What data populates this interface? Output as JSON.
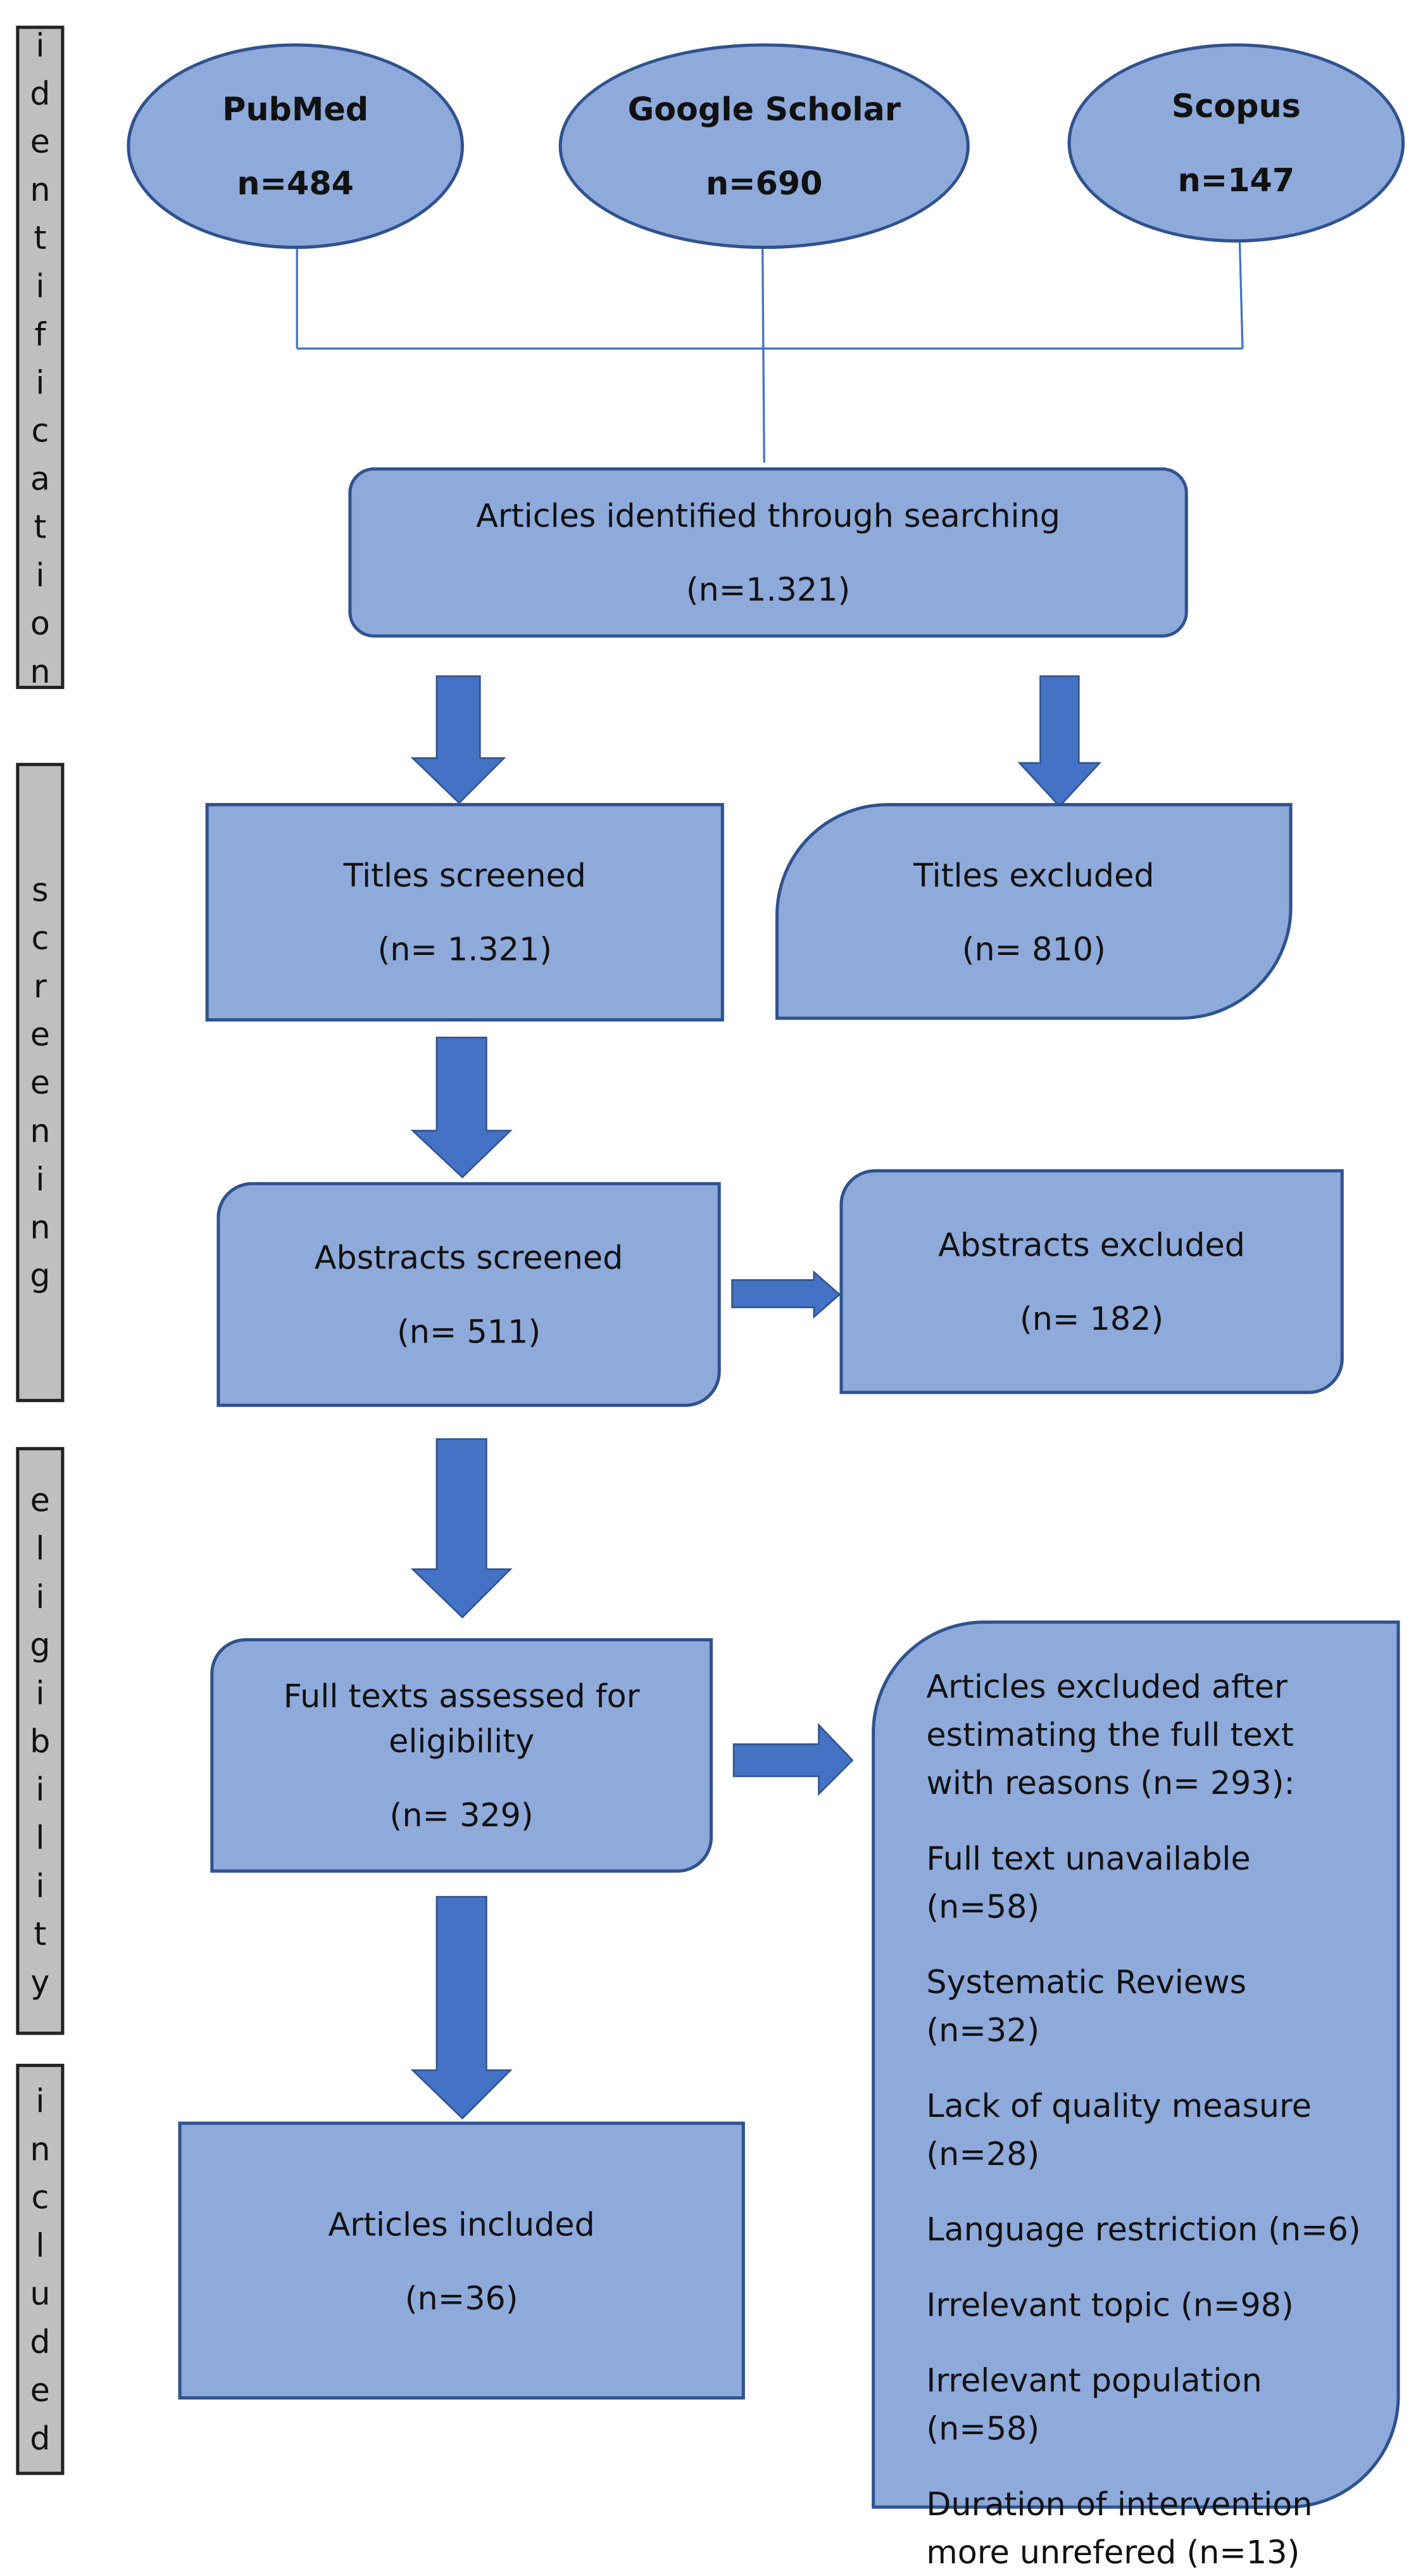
{
  "phases": {
    "identification": "identification",
    "screening": "screening",
    "eligibility": "eligibility",
    "included": "included"
  },
  "sources": {
    "pubmed": {
      "name": "PubMed",
      "count": "n=484"
    },
    "google_scholar": {
      "name": "Google Scholar",
      "count": "n=690"
    },
    "scopus": {
      "name": "Scopus",
      "count": "n=147"
    }
  },
  "identified": {
    "label": "Articles identified through searching",
    "count": "(n=1.321)"
  },
  "titles_screened": {
    "label": "Titles screened",
    "count": "(n= 1.321)"
  },
  "titles_excluded": {
    "label": "Titles excluded",
    "count": "(n= 810)"
  },
  "abstracts_screened": {
    "label": "Abstracts screened",
    "count": "(n= 511)"
  },
  "abstracts_excluded": {
    "label": "Abstracts excluded",
    "count": "(n= 182)"
  },
  "fulltexts": {
    "label_line1": "Full texts assessed for",
    "label_line2": "eligibility",
    "count": "(n= 329)"
  },
  "included": {
    "label": "Articles included",
    "count": "(n=36)"
  },
  "exclusions": {
    "heading": "Articles excluded after estimating the full text with reasons (n= 293):",
    "reasons": [
      "Full text unavailable (n=58)",
      "Systematic Reviews (n=32)",
      "Lack of quality measure (n=28)",
      "Language restriction (n=6)",
      "Irrelevant topic (n=98)",
      "Irrelevant population (n=58)",
      "Duration of intervention more unrefered (n=13)"
    ]
  },
  "colors": {
    "box_fill": "#8eaadb",
    "box_border": "#2f528f",
    "arrow": "#4472c4",
    "phase_fill": "#bfbfbf"
  }
}
